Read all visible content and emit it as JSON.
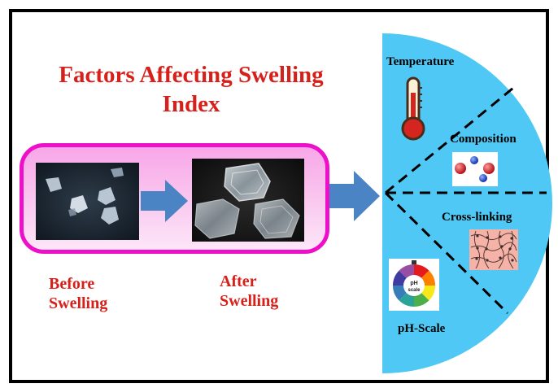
{
  "title": {
    "line1": "Factors Affecting Swelling",
    "line2": "Index"
  },
  "captions": {
    "before_line1": "Before",
    "before_line2": "Swelling",
    "after_line1": "After",
    "after_line2": "Swelling"
  },
  "factors": {
    "temperature": "Temperature",
    "composition": "Composition",
    "cross_linking": "Cross-linking",
    "ph_scale": "pH-Scale"
  },
  "ph_wheel_text": {
    "line1": "pH",
    "line2": "scale"
  },
  "colors": {
    "title_red": "#d8201b",
    "frame_magenta": "#ee10c8",
    "semicircle_blue": "#4fc8f5",
    "arrow_blue": "#4a84c4"
  }
}
